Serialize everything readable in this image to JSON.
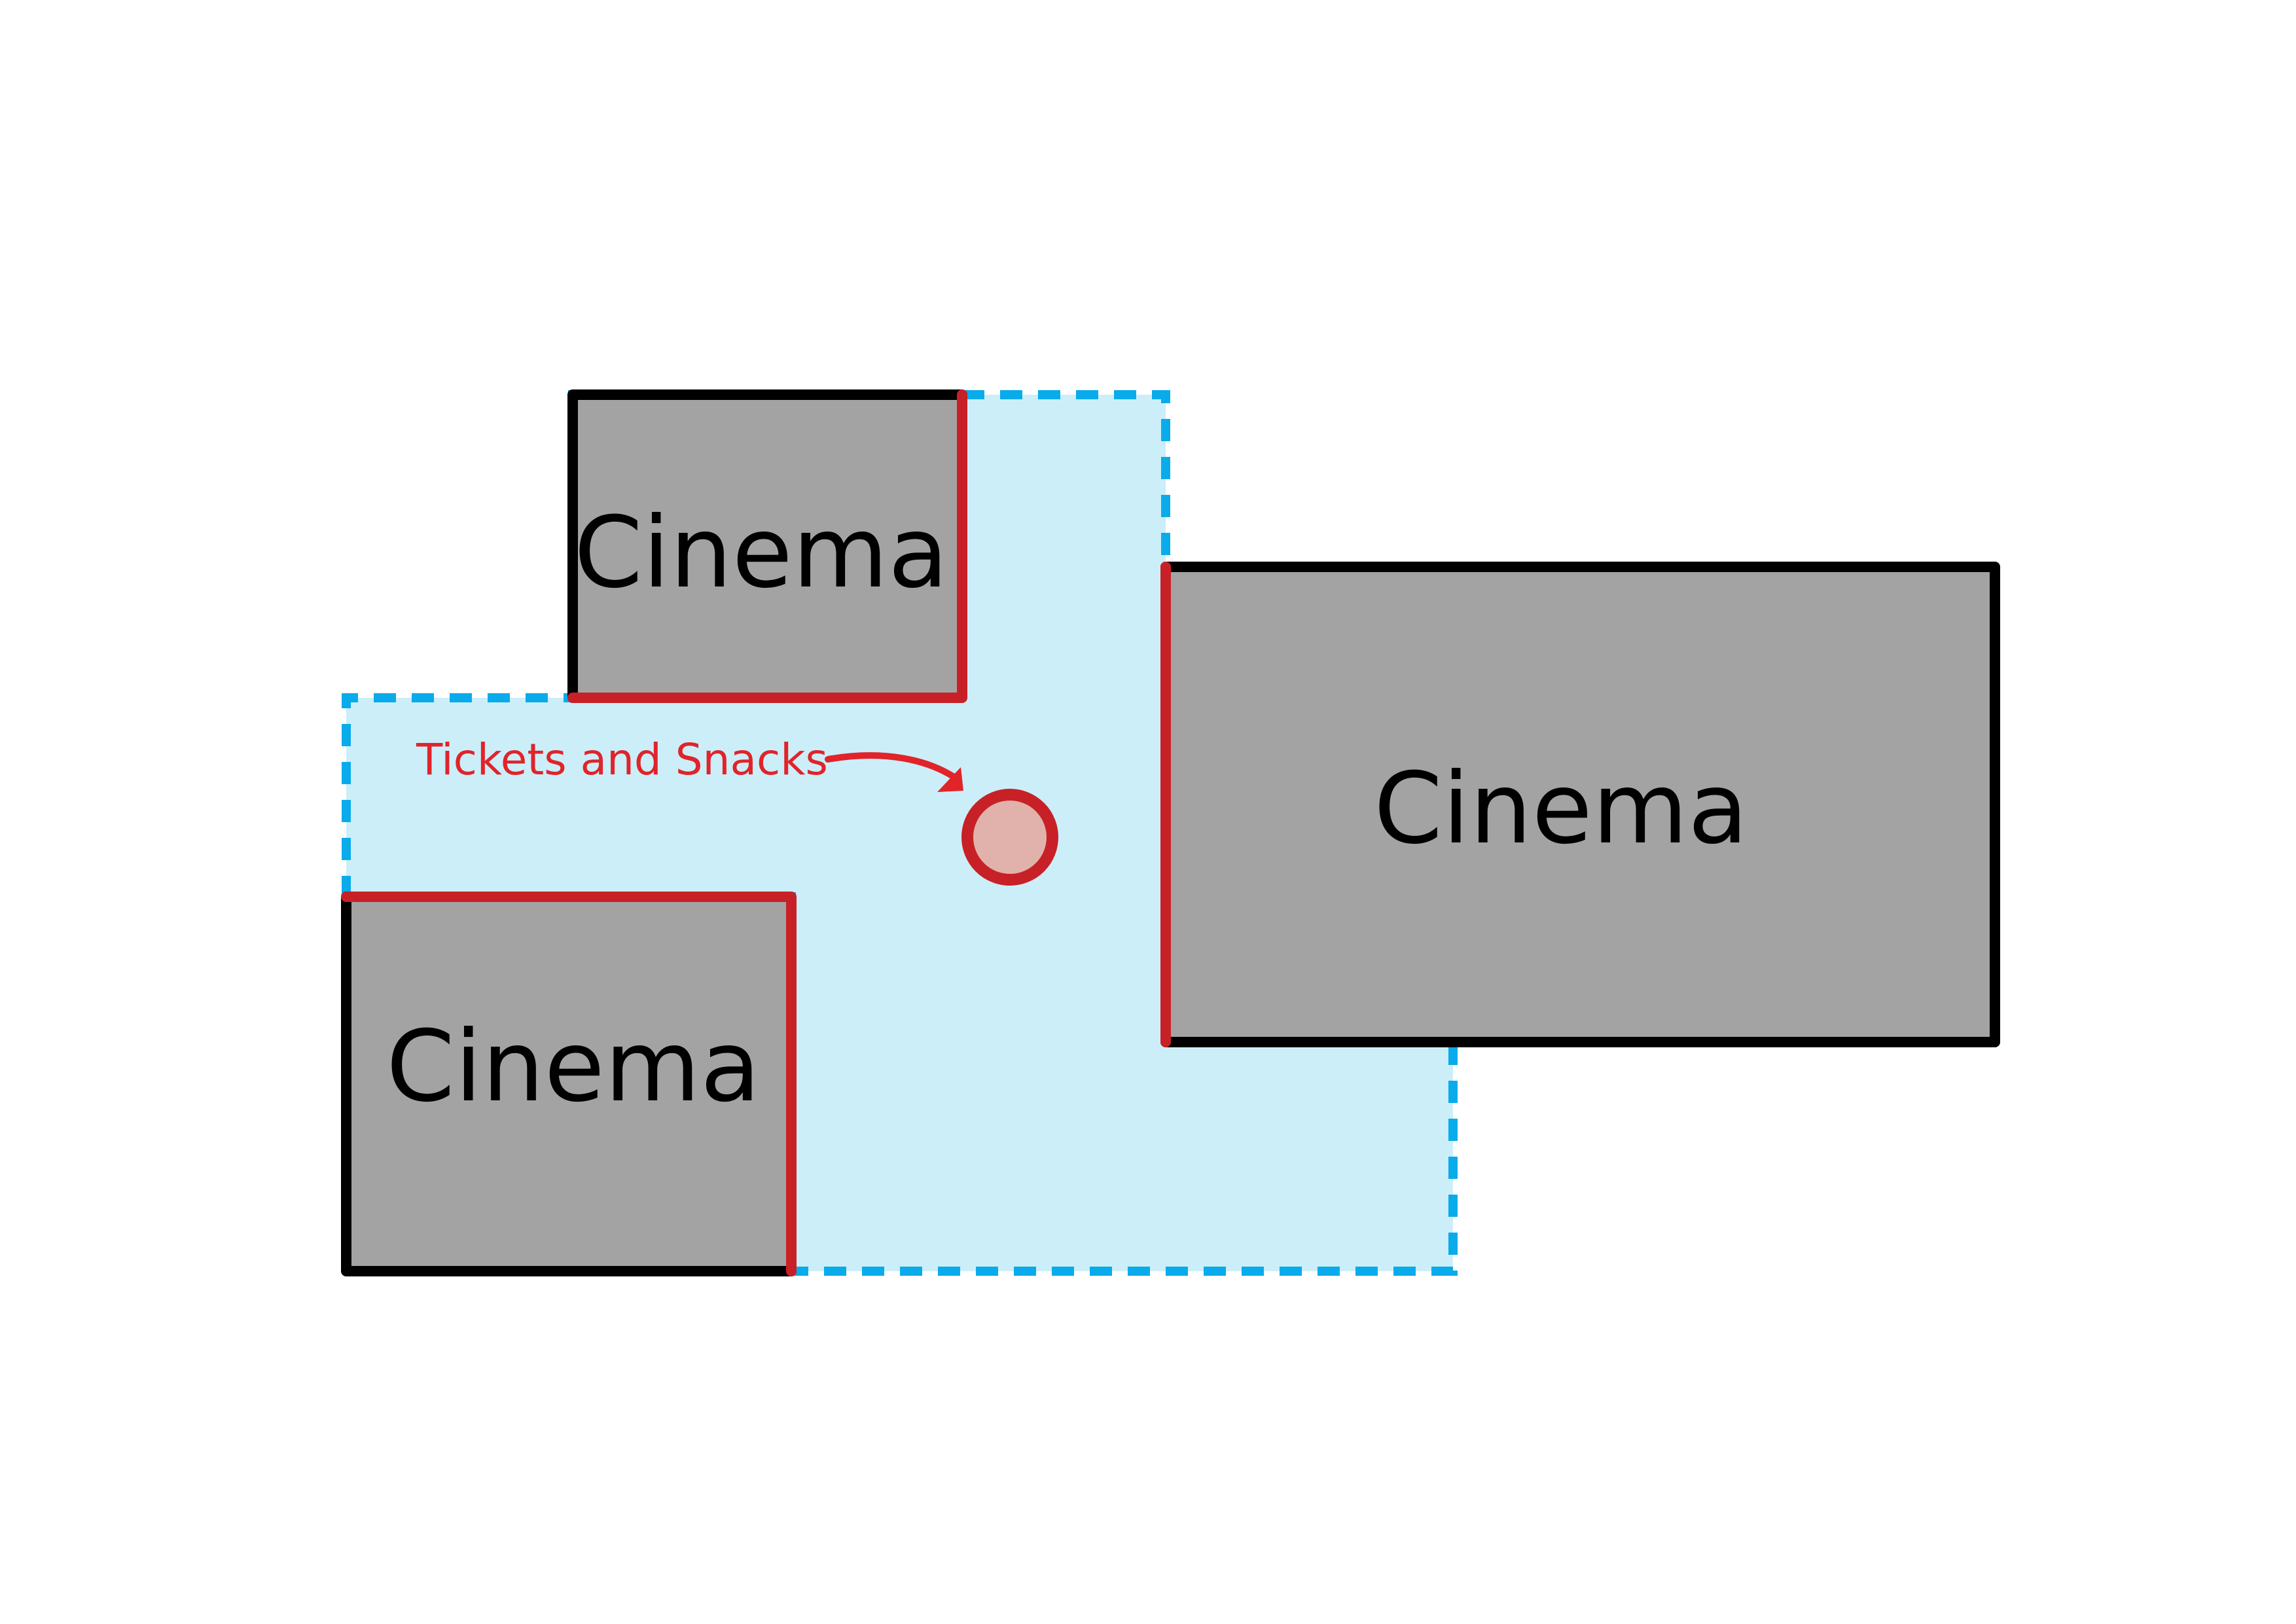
{
  "diagram": {
    "cinemas": [
      {
        "label": "Cinema"
      },
      {
        "label": "Cinema"
      },
      {
        "label": "Cinema"
      }
    ],
    "callout": {
      "label": "Tickets and Snacks"
    }
  },
  "colors": {
    "background": "#ffffff",
    "cinema_fill": "#a3a3a3",
    "cinema_border": "#000000",
    "lobby_fill": "#cceef9",
    "lobby_border": "#0aabea",
    "entrance_wall": "#c72127",
    "counter_fill": "#e0b2ab",
    "callout_text": "#e0242a"
  },
  "icons": {
    "counter": "circle-marker-icon",
    "pointer": "curved-arrow-icon"
  }
}
